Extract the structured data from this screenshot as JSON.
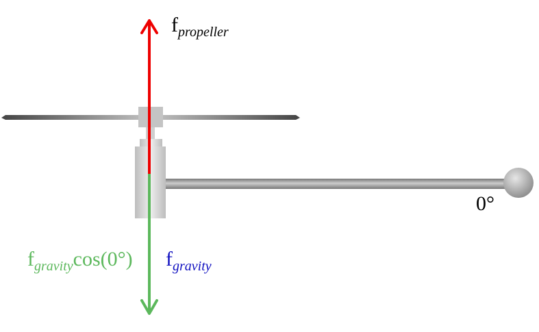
{
  "labels": {
    "propeller": {
      "base": "f",
      "sub": "propeller"
    },
    "gravity": {
      "base": "f",
      "sub": "gravity"
    },
    "gravity_component": {
      "base": "f",
      "sub": "gravity",
      "suffix": "cos(0°)"
    },
    "angle": "0°"
  },
  "colors": {
    "propeller_force": "#ee0000",
    "gravity_component": "#5cb85c",
    "gravity_label": "#1010c0"
  }
}
